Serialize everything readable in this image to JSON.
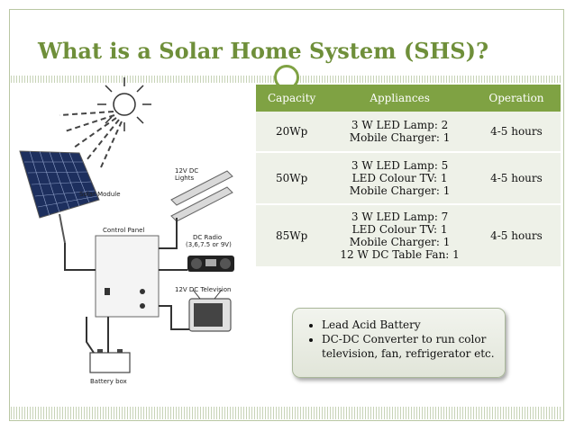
{
  "slide": {
    "title": "What is a Solar Home System (SHS)?"
  },
  "diagram": {
    "solar_module_label": "Solar Module",
    "lights_label_line1": "12V DC",
    "lights_label_line2": "Lights",
    "control_panel_label": "Control Panel",
    "radio_label_line1": "DC Radio",
    "radio_label_line2": "(3,6,7.5 or 9V)",
    "tv_label": "12V DC Television",
    "battery_label": "Battery box"
  },
  "table": {
    "headers": [
      "Capacity",
      "Appliances",
      "Operation"
    ],
    "rows": [
      {
        "capacity": "20Wp",
        "appliances": [
          "3 W LED Lamp: 2",
          "Mobile Charger: 1"
        ],
        "operation": "4-5 hours"
      },
      {
        "capacity": "50Wp",
        "appliances": [
          "3 W LED Lamp: 5",
          "LED Colour TV: 1",
          "Mobile Charger: 1"
        ],
        "operation": "4-5 hours"
      },
      {
        "capacity": "85Wp",
        "appliances": [
          "3 W LED Lamp: 7",
          "LED Colour TV: 1",
          "Mobile Charger: 1",
          "12 W DC Table Fan: 1"
        ],
        "operation": "4-5 hours"
      }
    ]
  },
  "notes": {
    "items": [
      "Lead Acid Battery",
      "DC-DC Converter  to run color television, fan, refrigerator etc."
    ]
  },
  "colors": {
    "accent": "#7fa243",
    "title": "#6f8f3a",
    "cell_bg": "#eef1e8"
  }
}
